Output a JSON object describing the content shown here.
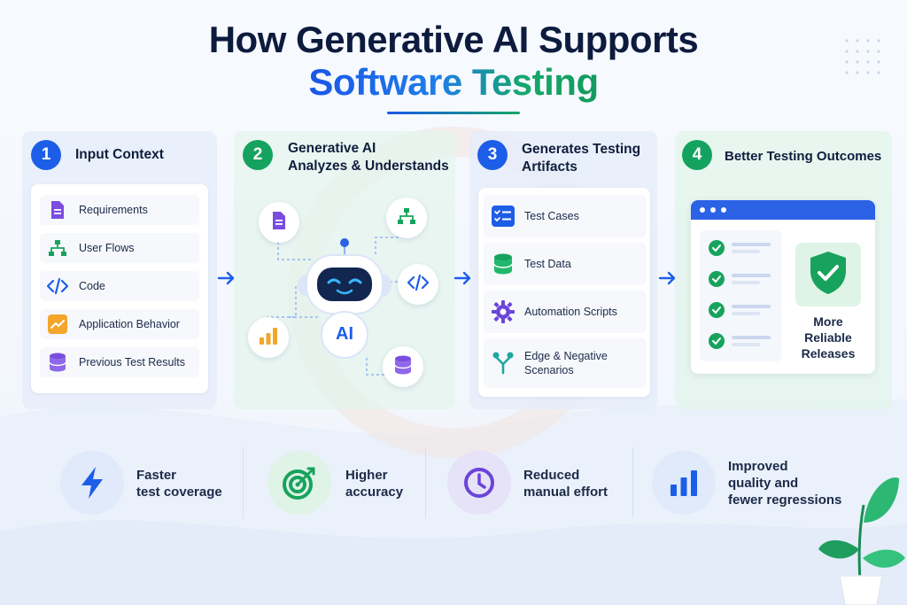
{
  "title": {
    "line1": "How Generative AI Supports",
    "line2": "Software Testing"
  },
  "colors": {
    "primary_blue": "#1d5ee8",
    "primary_green": "#14a35f",
    "dark_text": "#0f1e3d"
  },
  "steps": [
    {
      "number": "1",
      "title": "Input Context",
      "items": [
        {
          "label": "Requirements",
          "icon": "document-icon"
        },
        {
          "label": "User Flows",
          "icon": "flowchart-icon"
        },
        {
          "label": "Code",
          "icon": "code-icon"
        },
        {
          "label": "Application Behavior",
          "icon": "trend-chart-icon"
        },
        {
          "label": "Previous Test Results",
          "icon": "database-icon"
        }
      ]
    },
    {
      "number": "2",
      "title_line1": "Generative AI",
      "title_line2": "Analyzes & Understands",
      "ai_label": "AI",
      "nodes": [
        "document-icon",
        "flowchart-icon",
        "code-icon",
        "bar-chart-icon",
        "database-icon"
      ]
    },
    {
      "number": "3",
      "title_line1": "Generates Testing",
      "title_line2": "Artifacts",
      "items": [
        {
          "label": "Test Cases",
          "icon": "checklist-icon"
        },
        {
          "label": "Test Data",
          "icon": "database-icon"
        },
        {
          "label": "Automation Scripts",
          "icon": "gear-icon"
        },
        {
          "label_line1": "Edge & Negative",
          "label_line2": "Scenarios",
          "icon": "branch-icon"
        }
      ]
    },
    {
      "number": "4",
      "title": "Better Testing Outcomes",
      "result_line1": "More",
      "result_line2": "Reliable",
      "result_line3": "Releases"
    }
  ],
  "benefits": [
    {
      "line1": "Faster",
      "line2": "test coverage",
      "icon": "lightning-icon"
    },
    {
      "line1": "Higher",
      "line2": "accuracy",
      "icon": "target-icon"
    },
    {
      "line1": "Reduced",
      "line2": "manual effort",
      "icon": "clock-icon"
    },
    {
      "line1": "Improved",
      "line2": "quality and",
      "line3": "fewer regressions",
      "icon": "bar-chart-icon"
    }
  ]
}
